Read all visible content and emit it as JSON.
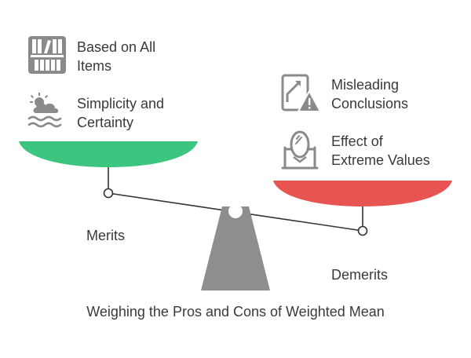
{
  "diagram": {
    "caption": "Weighing the Pros and Cons of Weighted Mean",
    "merits": {
      "label": "Merits",
      "color": "#3cc57f",
      "items": [
        {
          "text_line1": "Based on All",
          "text_line2": "Items",
          "icon": "bookshelf-icon"
        },
        {
          "text_line1": "Simplicity and",
          "text_line2": "Certainty",
          "icon": "weather-sun-cloud-waves-icon"
        }
      ]
    },
    "demerits": {
      "label": "Demerits",
      "color": "#e85451",
      "items": [
        {
          "text_line1": "Misleading",
          "text_line2": "Conclusions",
          "icon": "warning-chart-icon"
        },
        {
          "text_line1": "Effect of",
          "text_line2": "Extreme Values",
          "icon": "mirror-icon"
        }
      ]
    },
    "colors": {
      "fulcrum": "#8e8e8e",
      "icons": "#8a8a8a",
      "beam": "#333333"
    }
  }
}
